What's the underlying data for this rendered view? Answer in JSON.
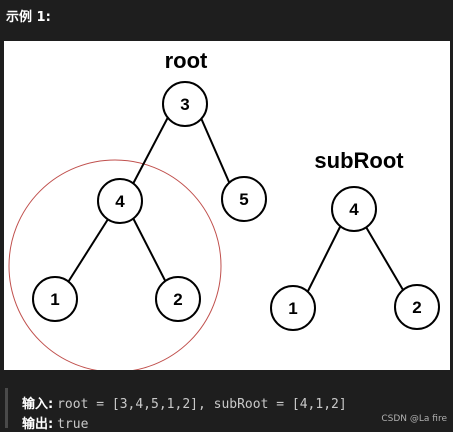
{
  "heading": "示例 1:",
  "figure": {
    "root_tree": {
      "title": "root",
      "nodes": [
        "3",
        "4",
        "5",
        "1",
        "2"
      ]
    },
    "sub_tree": {
      "title": "subRoot",
      "nodes": [
        "4",
        "1",
        "2"
      ]
    }
  },
  "example": {
    "input_label": "输入:",
    "input_value": "root = [3,4,5,1,2], subRoot = [4,1,2]",
    "output_label": "输出:",
    "output_value": "true"
  },
  "watermark": "CSDN @La fire"
}
